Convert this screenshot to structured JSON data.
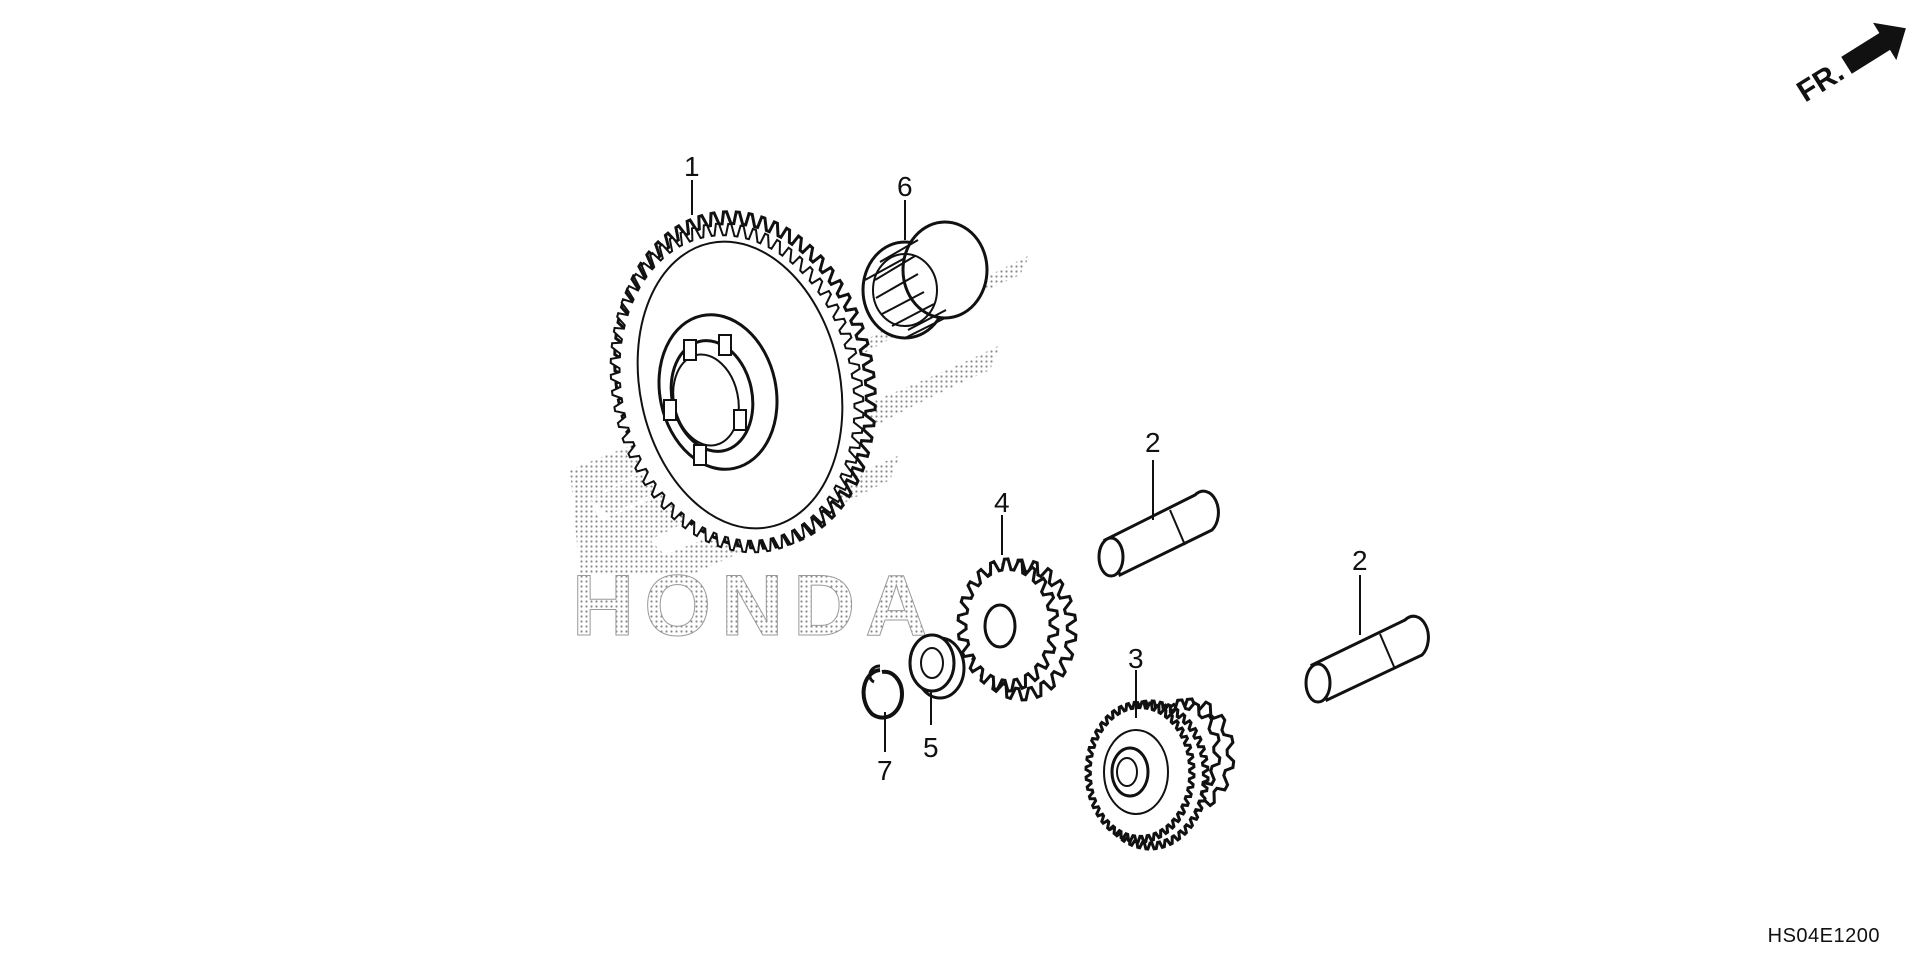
{
  "diagram": {
    "watermark_text": "HONDA",
    "direction_label": "FR.",
    "drawing_code": "HS04E1200",
    "parts": [
      {
        "ref": "1",
        "name": "large-gear"
      },
      {
        "ref": "2",
        "name": "shaft-pin-upper"
      },
      {
        "ref": "2",
        "name": "shaft-pin-lower"
      },
      {
        "ref": "3",
        "name": "double-gear"
      },
      {
        "ref": "4",
        "name": "small-gear"
      },
      {
        "ref": "5",
        "name": "washer"
      },
      {
        "ref": "6",
        "name": "needle-bearing"
      },
      {
        "ref": "7",
        "name": "snap-ring"
      }
    ]
  }
}
